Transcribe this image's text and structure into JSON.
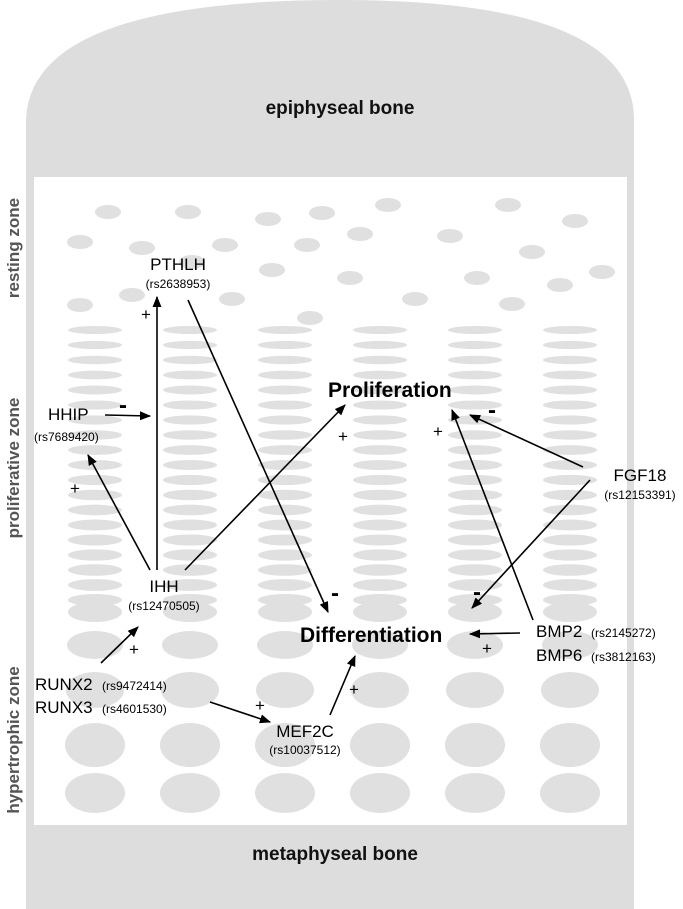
{
  "bones": {
    "top": "epiphyseal bone",
    "bottom": "metaphyseal bone"
  },
  "zones": {
    "resting": "resting zone",
    "proliferative": "proliferative zone",
    "hypertrophic": "hypertrophic zone"
  },
  "processes": {
    "proliferation": "Proliferation",
    "differentiation": "Differentiation"
  },
  "genes": {
    "pthlh": {
      "name": "PTHLH",
      "rs": "(rs2638953)"
    },
    "hhip": {
      "name": "HHIP",
      "rs": "(rs7689420)"
    },
    "ihh": {
      "name": "IHH",
      "rs": "(rs12470505)"
    },
    "runx2": {
      "name": "RUNX2",
      "rs": "(rs9472414)"
    },
    "runx3": {
      "name": "RUNX3",
      "rs": "(rs4601530)"
    },
    "mef2c": {
      "name": "MEF2C",
      "rs": "(rs10037512)"
    },
    "fgf18": {
      "name": "FGF18",
      "rs": "(rs12153391)"
    },
    "bmp2": {
      "name": "BMP2",
      "rs": "(rs2145272)"
    },
    "bmp6": {
      "name": "BMP6",
      "rs": "(rs3812163)"
    }
  },
  "signs": {
    "plus": "+",
    "minus": "-"
  },
  "colors": {
    "bone": "#dddddd",
    "cartilage": "#ffffff",
    "cells": "#e0e0e0",
    "zone_text": "#555555",
    "arrows": "#000000"
  }
}
